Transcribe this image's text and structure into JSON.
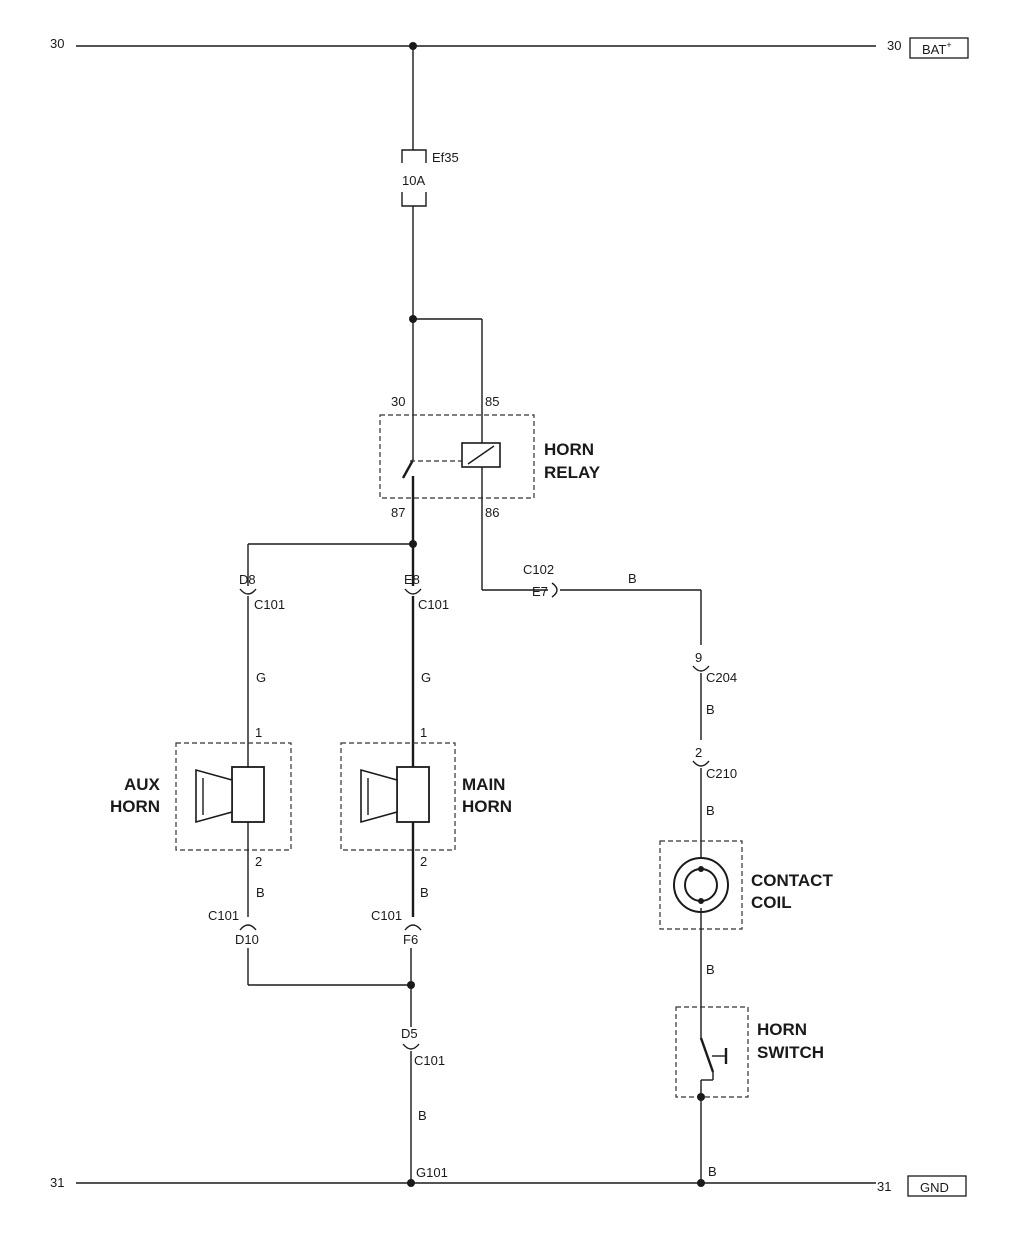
{
  "rails": {
    "top_left": "30",
    "top_right": "30",
    "top_box": "BAT",
    "top_box_sup": "+",
    "bottom_left": "31",
    "bottom_right": "31",
    "bottom_box": "GND"
  },
  "fuse": {
    "name": "Ef35",
    "rating": "10A"
  },
  "relay": {
    "name_line1": "HORN",
    "name_line2": "RELAY",
    "pin_30": "30",
    "pin_85": "85",
    "pin_87": "87",
    "pin_86": "86"
  },
  "connectors": {
    "c102": "C102",
    "e7": "E7",
    "wire_b_top": "B",
    "pin_9": "9",
    "c204": "C204",
    "wire_b_2": "B",
    "pin_2": "2",
    "c210": "C210",
    "wire_b_3": "B",
    "wire_b_4": "B",
    "wire_b_5": "B"
  },
  "aux": {
    "name_line1": "AUX",
    "name_line2": "HORN",
    "d8": "D8",
    "c101_top": "C101",
    "wire_g": "G",
    "pin1": "1",
    "pin2": "2",
    "wire_b": "B",
    "c101_bottom": "C101",
    "d10": "D10"
  },
  "main": {
    "name_line1": "MAIN",
    "name_line2": "HORN",
    "e8": "E8",
    "c101_top": "C101",
    "wire_g": "G",
    "pin1": "1",
    "pin2": "2",
    "wire_b": "B",
    "c101_bottom": "C101",
    "f6": "F6"
  },
  "ground": {
    "d5": "D5",
    "c101": "C101",
    "wire_b": "B",
    "g101": "G101"
  },
  "contact_coil": {
    "name_line1": "CONTACT",
    "name_line2": "COIL"
  },
  "horn_switch": {
    "name_line1": "HORN",
    "name_line2": "SWITCH"
  }
}
